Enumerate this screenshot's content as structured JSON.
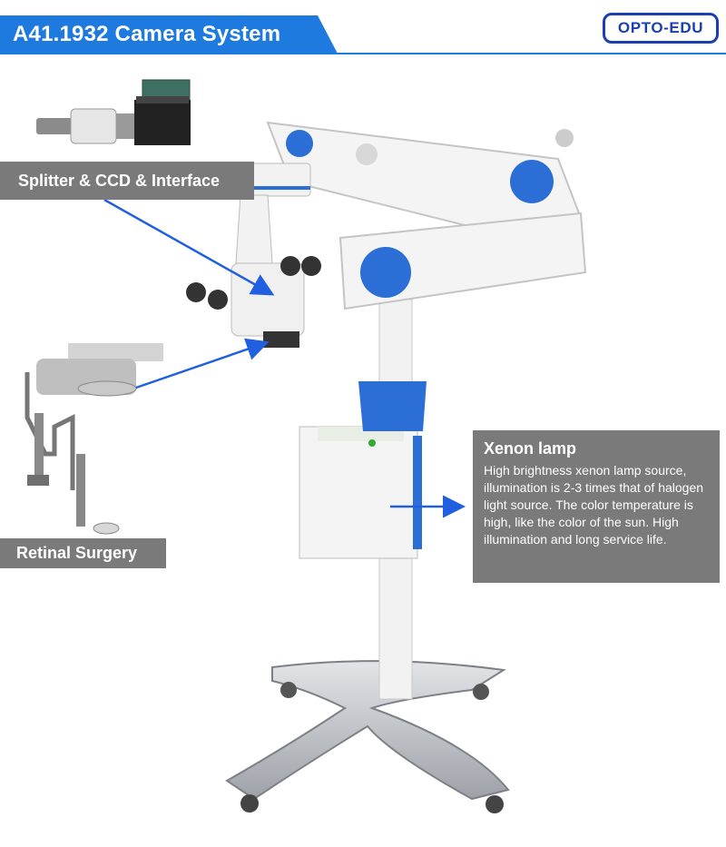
{
  "header": {
    "title": "A41.1932 Camera System"
  },
  "brand": {
    "logo_text": "OPTO-EDU"
  },
  "labels": {
    "splitter": "Splitter & CCD & Interface",
    "retinal": "Retinal Surgery"
  },
  "xenon": {
    "title": "Xenon lamp",
    "description": "High brightness xenon lamp source, illumination is 2-3 times that of halogen light source. The color temperature is high, like the color of the sun. High illumination and long service life."
  },
  "colors": {
    "accent": "#1f7ae0",
    "brand": "#1a3fb0",
    "label_bg": "#7a7a7a",
    "arrow": "#1f5fe0"
  }
}
